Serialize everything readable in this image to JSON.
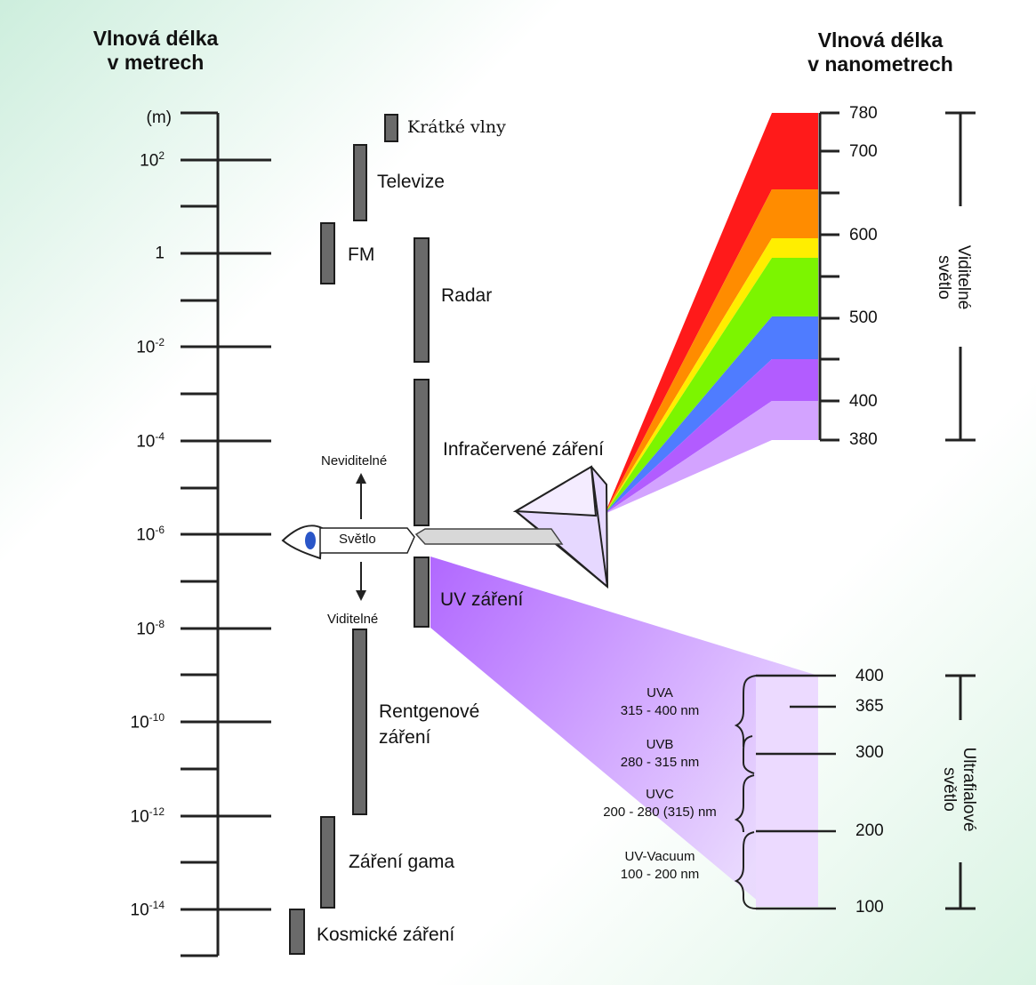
{
  "header_left": {
    "line1": "Vlnová délka",
    "line2": "v metrech"
  },
  "header_right": {
    "line1": "Vlnová délka",
    "line2": "v nanometrech"
  },
  "axis_left": {
    "unit": "(m)",
    "ticks": [
      {
        "base": "10",
        "exp": "2"
      },
      {
        "base": "1",
        "exp": ""
      },
      {
        "base": "10",
        "exp": "-2"
      },
      {
        "base": "10",
        "exp": "-4"
      },
      {
        "base": "10",
        "exp": "-6"
      },
      {
        "base": "10",
        "exp": "-8"
      },
      {
        "base": "10",
        "exp": "-10"
      },
      {
        "base": "10",
        "exp": "-12"
      },
      {
        "base": "10",
        "exp": "-14"
      }
    ]
  },
  "bands": {
    "short_waves": "Krátké vlny",
    "television": "Televize",
    "fm": "FM",
    "radar": "Radar",
    "infrared": "Infračervené záření",
    "uv": "UV záření",
    "xray_1": "Rentgenové",
    "xray_2": "záření",
    "gamma": "Záření gama",
    "cosmic": "Kosmické záření"
  },
  "eye": {
    "invisible": "Neviditelné",
    "light": "Světlo",
    "visible": "Viditelné"
  },
  "visible_scale": {
    "ticks": [
      "780",
      "700",
      "600",
      "500",
      "400",
      "380"
    ],
    "label_1": "Viditelné",
    "label_2": "světlo"
  },
  "uv_scale": {
    "ticks": [
      "400",
      "365",
      "300",
      "200",
      "100"
    ],
    "label_1": "Ultrafialové",
    "label_2": "světlo"
  },
  "uv_bands": [
    {
      "name": "UVA",
      "range": "315 - 400 nm"
    },
    {
      "name": "UVB",
      "range": "280 - 315 nm"
    },
    {
      "name": "UVC",
      "range": "200 - 280 (315) nm"
    },
    {
      "name": "UV-Vacuum",
      "range": "100 - 200 nm"
    }
  ],
  "colors": {
    "red": "#ff1a1a",
    "orange": "#ff8c00",
    "yellow": "#ffee00",
    "green": "#7cf500",
    "blue": "#4f7cff",
    "violet": "#b25cff",
    "lilac": "#d3a3ff",
    "uv_fill": "#a24dff",
    "uv_panel": "#ecdaff"
  }
}
